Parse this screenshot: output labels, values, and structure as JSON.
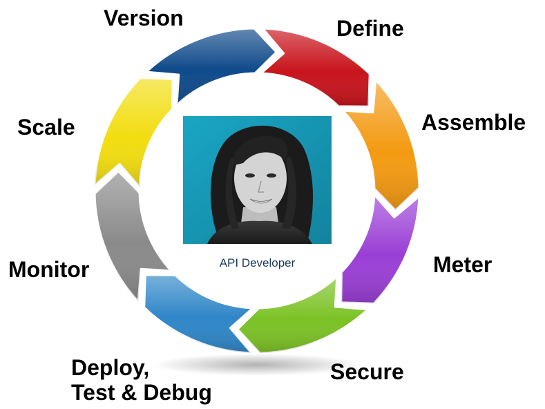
{
  "diagram": {
    "center_caption": "API Developer",
    "portrait_description_icon": "person-portrait-icon",
    "stages": [
      {
        "id": "define",
        "label": "Define",
        "color": "#c8141c"
      },
      {
        "id": "assemble",
        "label": "Assemble",
        "color": "#f39a12"
      },
      {
        "id": "meter",
        "label": "Meter",
        "color": "#9a3fd6"
      },
      {
        "id": "secure",
        "label": "Secure",
        "color": "#7cc226"
      },
      {
        "id": "deploy",
        "label_line1": "Deploy,",
        "label_line2": "Test & Debug",
        "color": "#2f86c8"
      },
      {
        "id": "monitor",
        "label": "Monitor",
        "color": "#8a8a8a"
      },
      {
        "id": "scale",
        "label": "Scale",
        "color": "#f2dd10"
      },
      {
        "id": "version",
        "label": "Version",
        "color": "#0f4a8a"
      }
    ]
  }
}
